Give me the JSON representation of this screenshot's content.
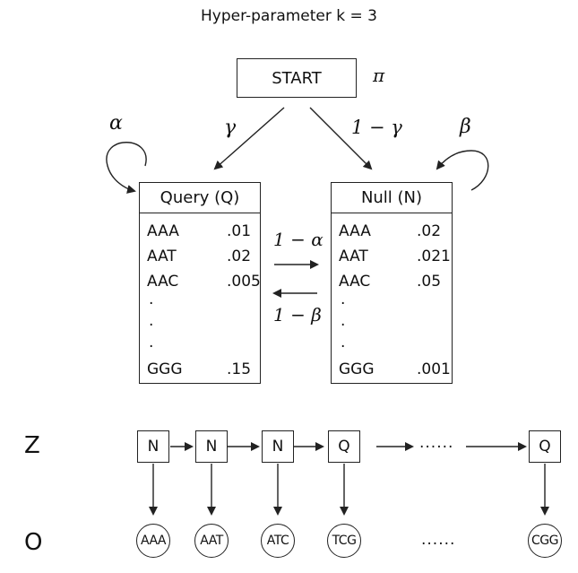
{
  "title": "Hyper-parameter k = 3",
  "start": {
    "label": "START",
    "pi": "π"
  },
  "transitions": {
    "gamma": "γ",
    "one_minus_gamma": "1 − γ",
    "alpha": "α",
    "beta": "β",
    "one_minus_alpha": "1 − α",
    "one_minus_beta": "1 − β"
  },
  "query_state": {
    "label": "Query (Q)",
    "rows": [
      {
        "kmer": "AAA",
        "prob": ".01"
      },
      {
        "kmer": "AAT",
        "prob": ".02"
      },
      {
        "kmer": "AAC",
        "prob": ".005"
      }
    ],
    "dots": [
      ".",
      ".",
      "."
    ],
    "last": {
      "kmer": "GGG",
      "prob": ".15"
    }
  },
  "null_state": {
    "label": "Null (N)",
    "rows": [
      {
        "kmer": "AAA",
        "prob": ".02"
      },
      {
        "kmer": "AAT",
        "prob": ".021"
      },
      {
        "kmer": "AAC",
        "prob": ".05"
      }
    ],
    "dots": [
      ".",
      ".",
      "."
    ],
    "last": {
      "kmer": "GGG",
      "prob": ".001"
    }
  },
  "sequence": {
    "z_label": "Z",
    "o_label": "O",
    "hidden": [
      "N",
      "N",
      "N",
      "Q",
      "Q"
    ],
    "observed": [
      "AAA",
      "AAT",
      "ATC",
      "TCG",
      "CGG"
    ],
    "hidden_ellipsis": "......",
    "observed_ellipsis": "......"
  }
}
